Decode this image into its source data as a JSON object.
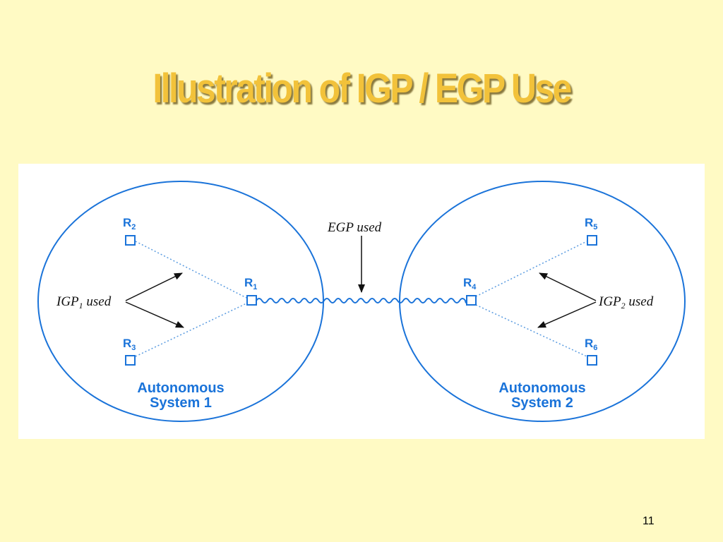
{
  "slide": {
    "title": "Illustration of IGP / EGP Use",
    "page_number": "11"
  },
  "diagram": {
    "egp_label": "EGP used",
    "igp1": {
      "prefix": "IGP",
      "subscript": "1",
      "suffix": " used"
    },
    "igp2": {
      "prefix": "IGP",
      "subscript": "2",
      "suffix": " used"
    },
    "routers": {
      "r1": {
        "letter": "R",
        "sub": "1"
      },
      "r2": {
        "letter": "R",
        "sub": "2"
      },
      "r3": {
        "letter": "R",
        "sub": "3"
      },
      "r4": {
        "letter": "R",
        "sub": "4"
      },
      "r5": {
        "letter": "R",
        "sub": "5"
      },
      "r6": {
        "letter": "R",
        "sub": "6"
      }
    },
    "as1": {
      "line1": "Autonomous",
      "line2": "System 1"
    },
    "as2": {
      "line1": "Autonomous",
      "line2": "System 2"
    },
    "colors": {
      "network": "#1A73D9",
      "arrow": "#111111",
      "title": "#F2C23A",
      "background": "#FFFAC4"
    }
  }
}
